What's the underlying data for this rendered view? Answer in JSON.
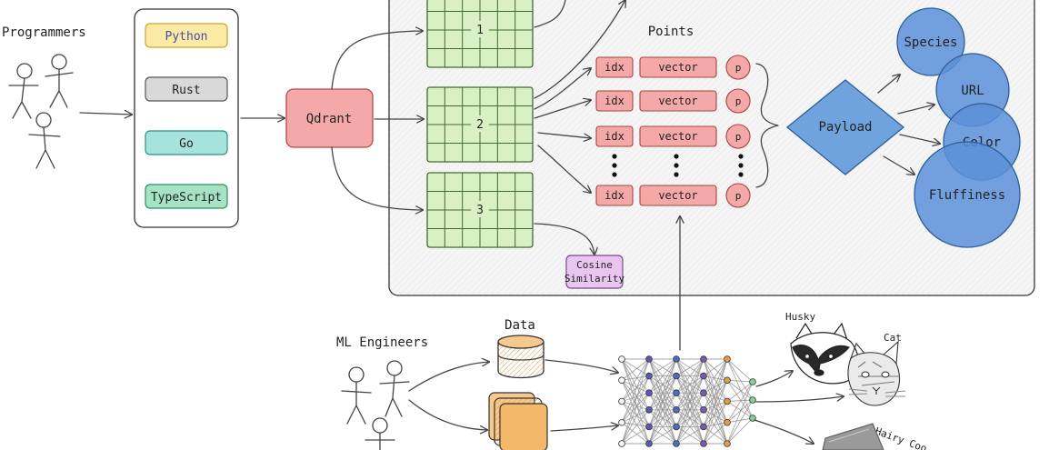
{
  "programmers": {
    "label": "Programmers"
  },
  "languages": [
    "Python",
    "Rust",
    "Go",
    "TypeScript"
  ],
  "qdrant": {
    "label": "Qdrant"
  },
  "collections": [
    "1",
    "2",
    "3"
  ],
  "points": {
    "title": "Points",
    "rows": [
      {
        "idx": "idx",
        "vector": "vector",
        "p": "p"
      },
      {
        "idx": "idx",
        "vector": "vector",
        "p": "p"
      },
      {
        "idx": "idx",
        "vector": "vector",
        "p": "p"
      },
      {
        "idx": "idx",
        "vector": "vector",
        "p": "p"
      }
    ],
    "ellipsis": ":"
  },
  "payload": {
    "label": "Payload",
    "fields": [
      "Species",
      "URL",
      "Color",
      "Fluffiness"
    ]
  },
  "cosine": {
    "line1": "Cosine",
    "line2": "Similarity"
  },
  "ml": {
    "engineers_label": "ML Engineers",
    "data_label": "Data"
  },
  "outputs": [
    "Husky",
    "Cat",
    "Hairy Coo"
  ],
  "colors": {
    "python": "#fbeaa3",
    "rust": "#d9d9d9",
    "go": "#a6e3dd",
    "typescript": "#a6e3c5",
    "qdrant": "#f4a9a8",
    "grid": "#d9f0c4",
    "points": "#f4a9a8",
    "payload": "#6fa3dd",
    "field": "#5b8fd8",
    "cosine": "#e8c6ef",
    "panel": "#f7f7f7"
  }
}
